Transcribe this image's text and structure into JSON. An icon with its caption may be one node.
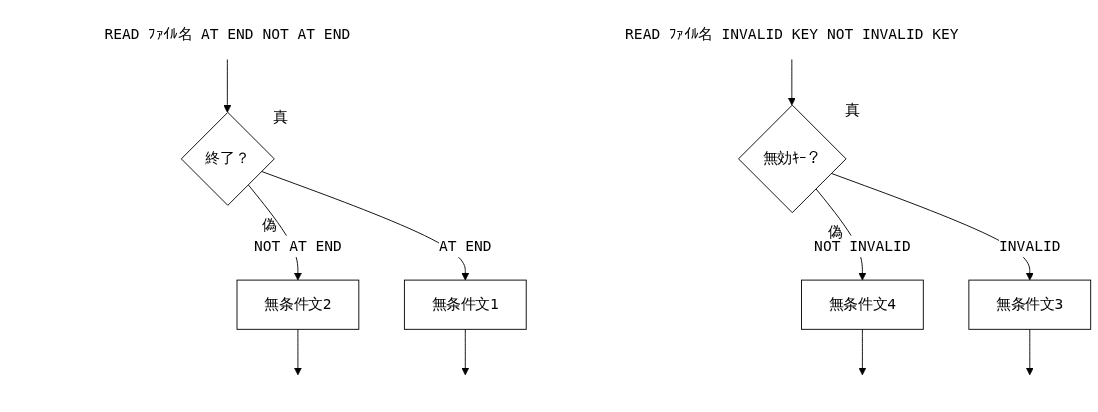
{
  "diagram": {
    "nodes": [
      {
        "text": [
          "READ ﾌｧｲﾙ名 AT END NOT AT END"
        ]
      },
      {
        "text": [
          "終了？"
        ],
        "beside": [
          "真",
          "偽"
        ]
      },
      {
        "text": [
          "無条件文2"
        ]
      },
      {
        "text": [
          "無条件文1"
        ]
      },
      {
        "text": [
          "READ ﾌｧｲﾙ名 INVALID KEY NOT INVALID KEY"
        ]
      },
      {
        "text": [
          "無効ｷｰ？"
        ],
        "beside": [
          "真",
          "偽"
        ]
      },
      {
        "text": [
          "無条件文4"
        ]
      },
      {
        "text": [
          "無条件文3"
        ]
      }
    ],
    "edges": [
      {
        "from": 0,
        "to": 1,
        "arrow": "to"
      },
      {
        "from": 1,
        "to": 2,
        "label": "NOT AT END",
        "arrow": "to"
      },
      {
        "from": 1,
        "to": 3,
        "label": "AT END",
        "arrow": "to"
      },
      {
        "from": 2,
        "to": null,
        "arrow": "to"
      },
      {
        "from": 3,
        "to": null,
        "arrow": "to"
      },
      {
        "from": 4,
        "to": 5,
        "arrow": "to"
      },
      {
        "from": 5,
        "to": 6,
        "label": "NOT INVALID",
        "arrow": "to"
      },
      {
        "from": 5,
        "to": 7,
        "label": "INVALID",
        "arrow": "to"
      },
      {
        "from": 6,
        "to": null,
        "arrow": "to"
      },
      {
        "from": 7,
        "to": null,
        "arrow": "to"
      }
    ]
  }
}
